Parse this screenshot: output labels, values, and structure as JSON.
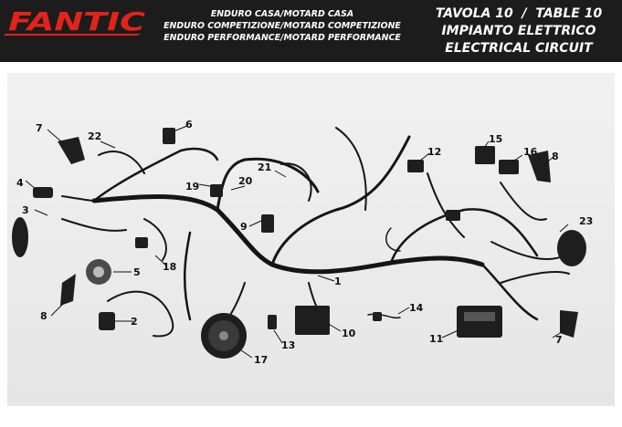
{
  "brand": {
    "logo_text": "FANTIC",
    "logo_color": "#e2231a",
    "header_bg": "#1c1c1c"
  },
  "header": {
    "models": [
      "ENDURO CASA/MOTARD CASA",
      "ENDURO COMPETIZIONE/MOTARD COMPETIZIONE",
      "ENDURO PERFORMANCE/MOTARD PERFORMANCE"
    ],
    "title_lines": [
      "TAVOLA 10  /  TABLE 10",
      "IMPIANTO ELETTRICO",
      "ELECTRICAL CIRCUIT"
    ]
  },
  "callouts": {
    "c1": "1",
    "c2": "2",
    "c3": "3",
    "c4": "4",
    "c5": "5",
    "c6": "6",
    "c7a": "7",
    "c7b": "7",
    "c8a": "8",
    "c8b": "8",
    "c9": "9",
    "c10": "10",
    "c11": "11",
    "c12": "12",
    "c13": "13",
    "c14": "14",
    "c15": "15",
    "c16": "16",
    "c17": "17",
    "c18": "18",
    "c19": "19",
    "c20": "20",
    "c21": "21",
    "c22": "22",
    "c23": "23"
  }
}
